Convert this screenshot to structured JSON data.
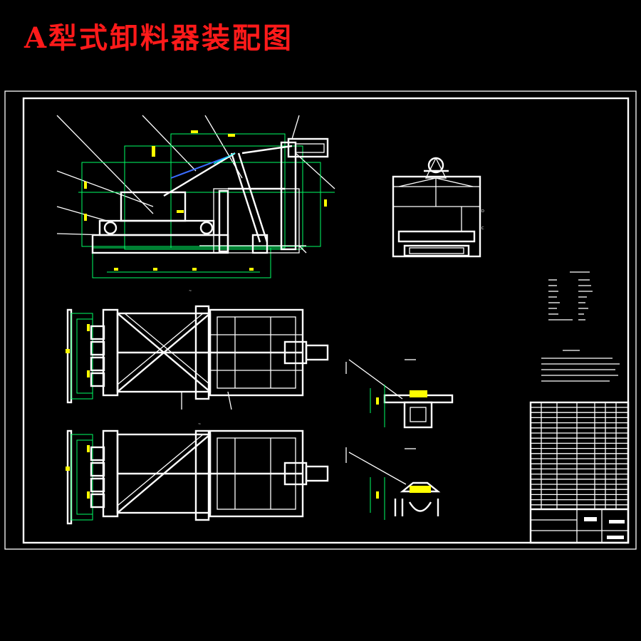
{
  "title": "A犁式卸料器装配图",
  "colors": {
    "background": "#000000",
    "title": "#ff1a1a",
    "lines": "#ffffff",
    "dimensions_green": "#00ff66",
    "dimensions_yellow": "#ffff00",
    "accent_cyan": "#00ffff",
    "accent_blue": "#3a6cff"
  },
  "views": [
    "front-elevation-view",
    "side-view",
    "top-view-1",
    "top-view-2",
    "section-b-b",
    "section-c-c"
  ],
  "blocks": [
    "technical-parameters-table",
    "technical-requirements-notes",
    "parts-list-and-title-block"
  ]
}
